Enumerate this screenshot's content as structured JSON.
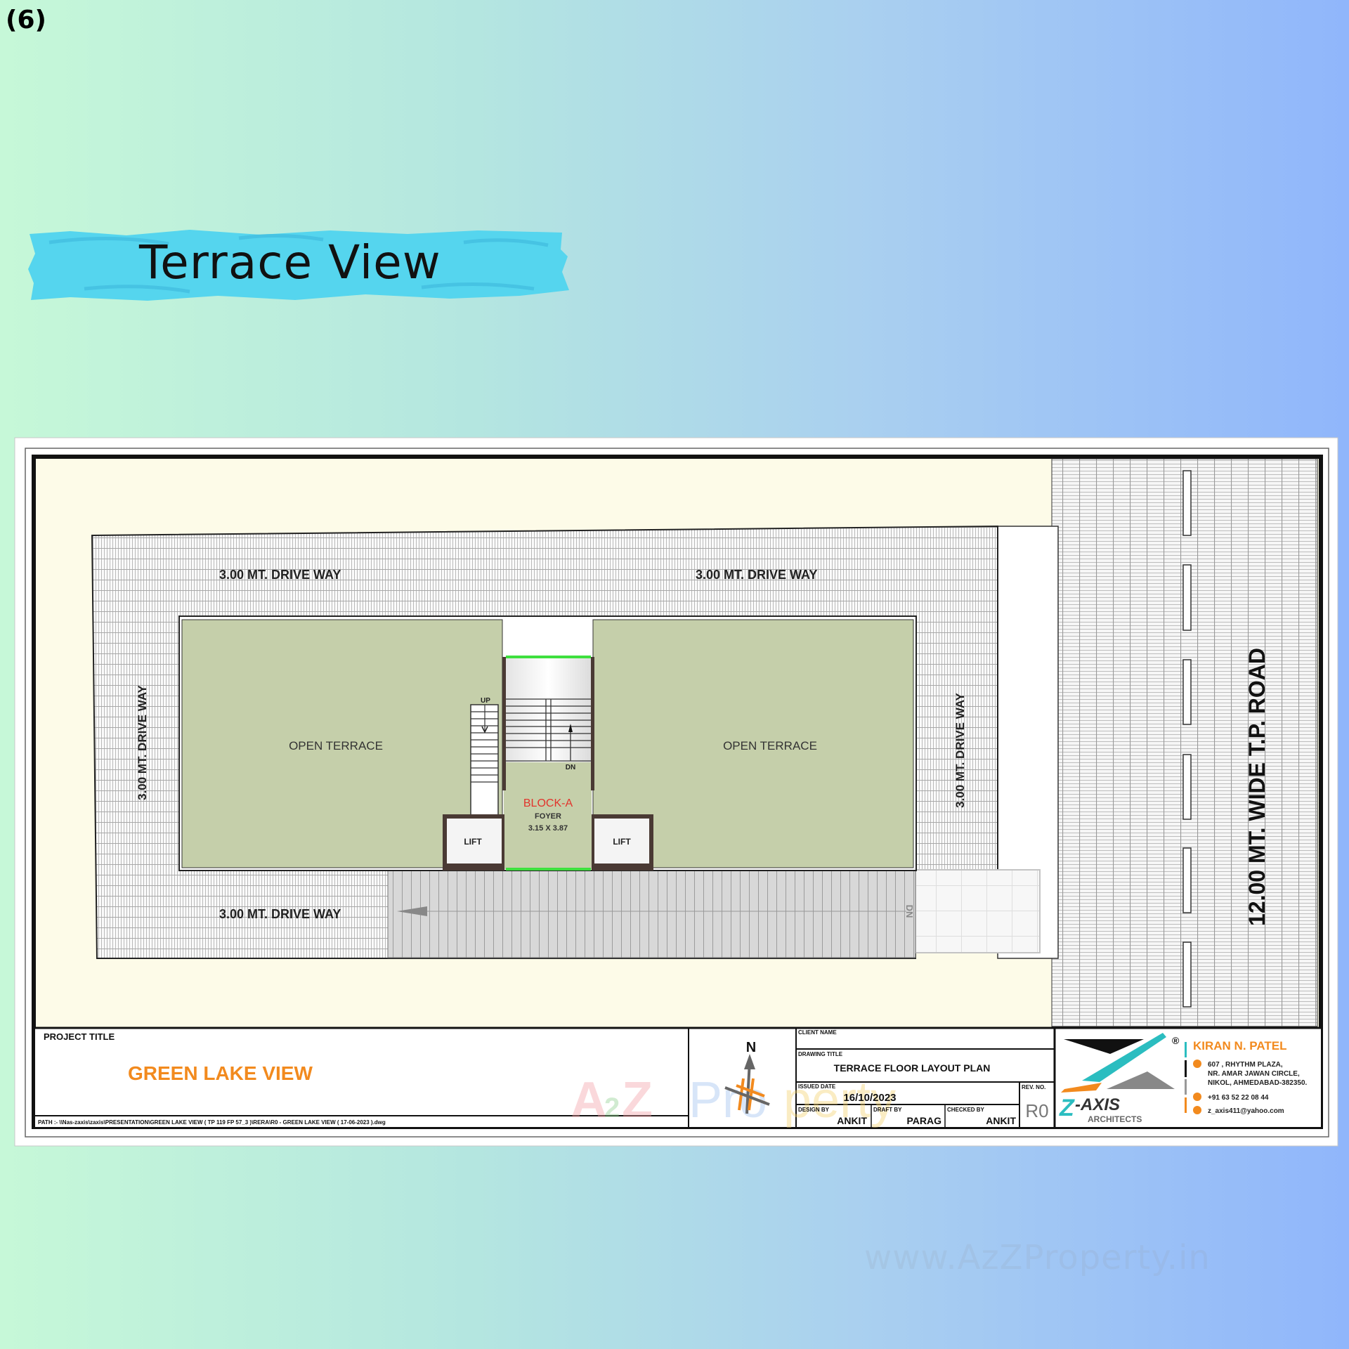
{
  "page_number": "(6)",
  "banner_title": "Terrace View",
  "plan": {
    "driveway_top_left": "3.00 MT. DRIVE WAY",
    "driveway_top_right": "3.00 MT. DRIVE WAY",
    "driveway_bottom": "3.00 MT. DRIVE WAY",
    "driveway_left": "3.00 MT. DRIVE WAY",
    "driveway_right": "3.00 MT. DRIVE WAY",
    "road": "12.00 MT. WIDE T.P. ROAD",
    "open_terrace_left": "OPEN TERRACE",
    "open_terrace_right": "OPEN TERRACE",
    "stair_up": "UP",
    "stair_dn": "DN",
    "ramp_dn": "DN",
    "block": "BLOCK-A",
    "foyer": "FOYER",
    "foyer_size": "3.15 X 3.87",
    "lift_left": "LIFT",
    "lift_right": "LIFT",
    "colors": {
      "terrace": "#c5cfaa",
      "block_label": "#e2342c",
      "edge_green": "#3ee03e",
      "wall": "#4a3a34"
    }
  },
  "title_block": {
    "project_title_label": "PROJECT TITLE",
    "project_title": "GREEN LAKE VIEW",
    "path": "PATH :-  \\\\Nas-zaxis\\zaxis\\PRESENTATION\\GREEN LAKE VIEW ( TP 119 FP 57_3 )\\RERA\\R0 - GREEN LAKE VIEW ( 17-06-2023 ).dwg",
    "north": "N",
    "client_name_label": "CLIENT NAME",
    "client_name": "",
    "drawing_title_label": "DRAWING TITLE",
    "drawing_title": "TERRACE FLOOR LAYOUT PLAN",
    "issued_date_label": "ISSUED DATE",
    "issued_date": "16/10/2023",
    "rev_label": "REV. NO.",
    "rev": "R0",
    "design_by_label": "DESIGN BY",
    "design_by": "ANKIT",
    "draft_by_label": "DRAFT BY",
    "draft_by": "PARAG",
    "checked_by_label": "CHECKED BY",
    "checked_by": "ANKIT",
    "watermark_logo": "A2Z Property",
    "firm_logo": "Z-AXIS ARCHITECTS",
    "registered": "®",
    "architect_name": "KIRAN N. PATEL",
    "address_1": "607  , RHYTHM PLAZA,",
    "address_2": "NR. AMAR JAWAN CIRCLE,",
    "address_3": "NIKOL, AHMEDABAD-382350.",
    "phone": "+91 63 52 22 08 44",
    "email": "z_axis411@yahoo.com",
    "accent_orange": "#f28a1e",
    "accent_teal": "#2bbdc0"
  },
  "watermark": "www.AzZProperty.in"
}
